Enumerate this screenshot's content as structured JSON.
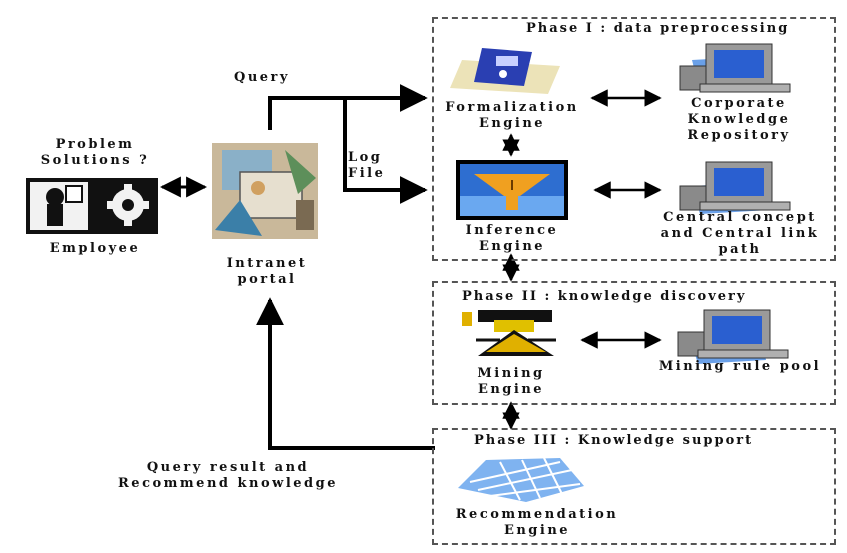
{
  "phases": [
    {
      "title": "Phase I : data preprocessing"
    },
    {
      "title": "Phase II : knowledge discovery"
    },
    {
      "title": "Phase III : Knowledge support"
    }
  ],
  "employee": {
    "question_lines": [
      "Problem",
      "Solutions ?"
    ],
    "label": "Employee"
  },
  "portal": {
    "label_lines": [
      "Intranet",
      "portal"
    ]
  },
  "edges": {
    "query": "Query",
    "log_file_lines": [
      "Log",
      "File"
    ],
    "result_lines": [
      "Query result and",
      "Recommend knowledge"
    ]
  },
  "nodes": {
    "formalization": [
      "Formalization",
      "Engine"
    ],
    "inference": [
      "Inference",
      "Engine"
    ],
    "repository": [
      "Corporate",
      "Knowledge",
      "Repository"
    ],
    "central": [
      "Central concept",
      "and  Central link",
      "path"
    ],
    "mining": [
      "Mining",
      "Engine"
    ],
    "rule_pool": [
      "Mining rule pool"
    ],
    "recommendation": [
      "Recommendation",
      "Engine"
    ]
  }
}
